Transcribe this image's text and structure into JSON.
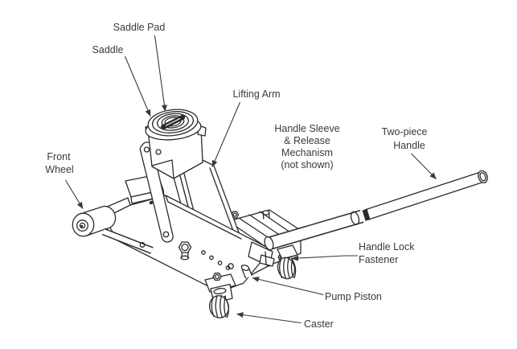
{
  "figure": {
    "kind": "floor-jack-parts-diagram",
    "background": "#ffffff",
    "line_color": "#2b2b2b",
    "text_color": "#3a3a3a"
  },
  "labels": {
    "saddle_pad": "Saddle Pad",
    "saddle": "Saddle",
    "lifting_arm": "Lifting Arm",
    "handle_sleeve_line1": "Handle Sleeve",
    "handle_sleeve_line2": "& Release",
    "handle_sleeve_line3": "Mechanism",
    "handle_sleeve_line4": "(not shown)",
    "two_piece_handle_line1": "Two-piece",
    "two_piece_handle_line2": "Handle",
    "front_wheel_line1": "Front",
    "front_wheel_line2": "Wheel",
    "handle_lock_line1": "Handle Lock",
    "handle_lock_line2": "Fastener",
    "pump_piston": "Pump Piston",
    "caster": "Caster"
  }
}
